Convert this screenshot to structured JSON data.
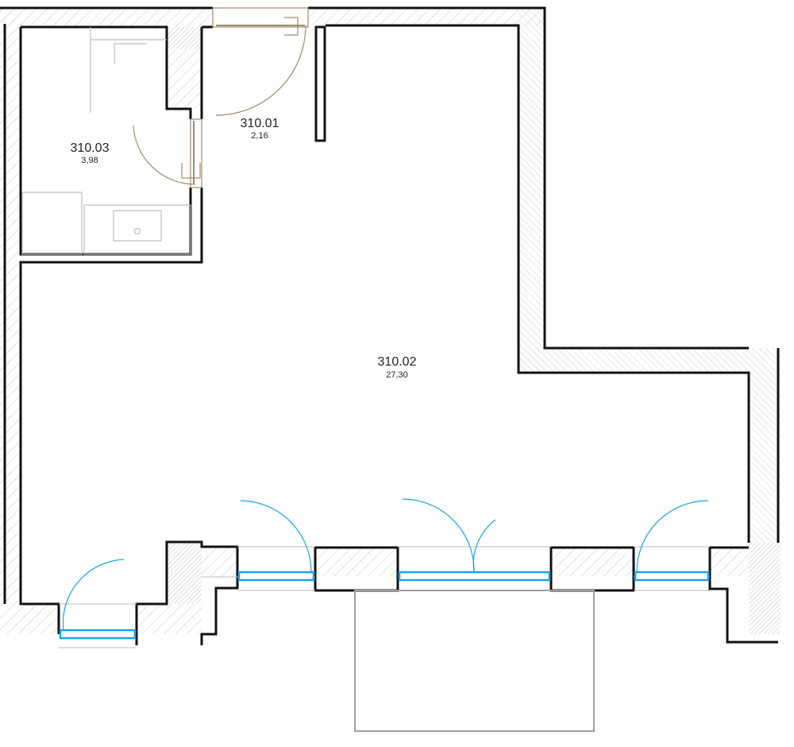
{
  "plan": {
    "rooms": [
      {
        "id": "310.01",
        "area": "2,16"
      },
      {
        "id": "310.02",
        "area": "27,30"
      },
      {
        "id": "310.03",
        "area": "3,98"
      }
    ],
    "colors": {
      "wall_outline": "#111111",
      "hatch": "#cfcfcf",
      "interior_door": "#a08a6a",
      "window": "#1aa3e8",
      "fixture": "#bdbdbd",
      "balcony": "#9e9e9e"
    }
  }
}
